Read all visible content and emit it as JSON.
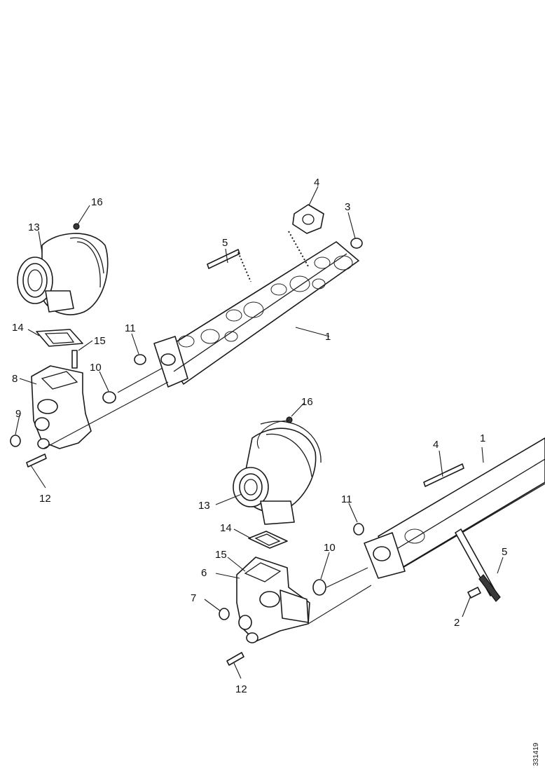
{
  "figure": {
    "reference_number": "331419"
  },
  "upper_assembly": {
    "callouts": [
      "1",
      "3",
      "4",
      "5",
      "8",
      "9",
      "10",
      "11",
      "12",
      "13",
      "14",
      "15",
      "16"
    ]
  },
  "lower_assembly": {
    "callouts": [
      "1",
      "2",
      "4",
      "5",
      "6",
      "7",
      "10",
      "11",
      "12",
      "13",
      "14",
      "15",
      "16"
    ]
  }
}
